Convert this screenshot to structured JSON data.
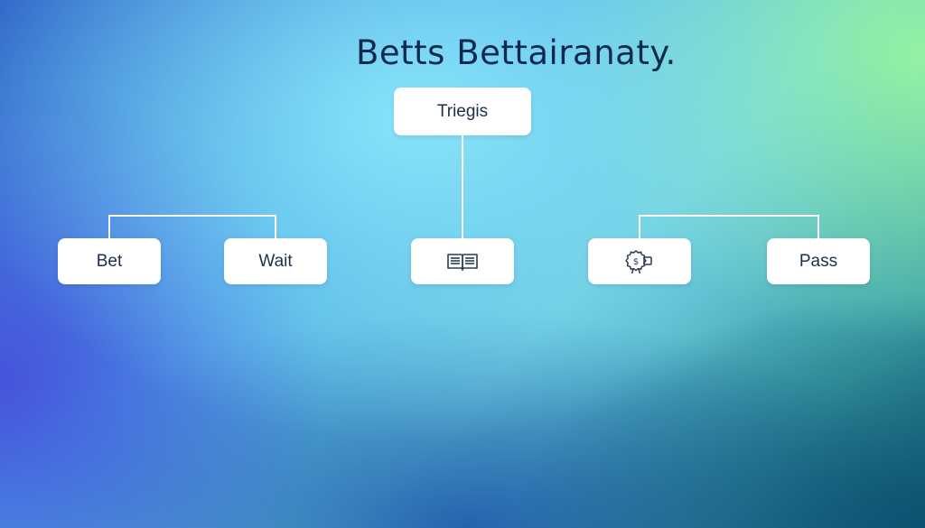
{
  "title": "Betts Bettairanaty.",
  "root": {
    "label": "Triegis"
  },
  "nodes": [
    {
      "label": "Bet"
    },
    {
      "label": "Wait"
    },
    {
      "icon": "open-book-icon"
    },
    {
      "icon": "dollar-badge-icon",
      "icon_text": "$"
    },
    {
      "label": "Pass"
    }
  ],
  "colors": {
    "title": "#102a4f",
    "node_text": "#1d2f4f",
    "node_fill": "#ffffff",
    "connector": "#ffffff"
  }
}
